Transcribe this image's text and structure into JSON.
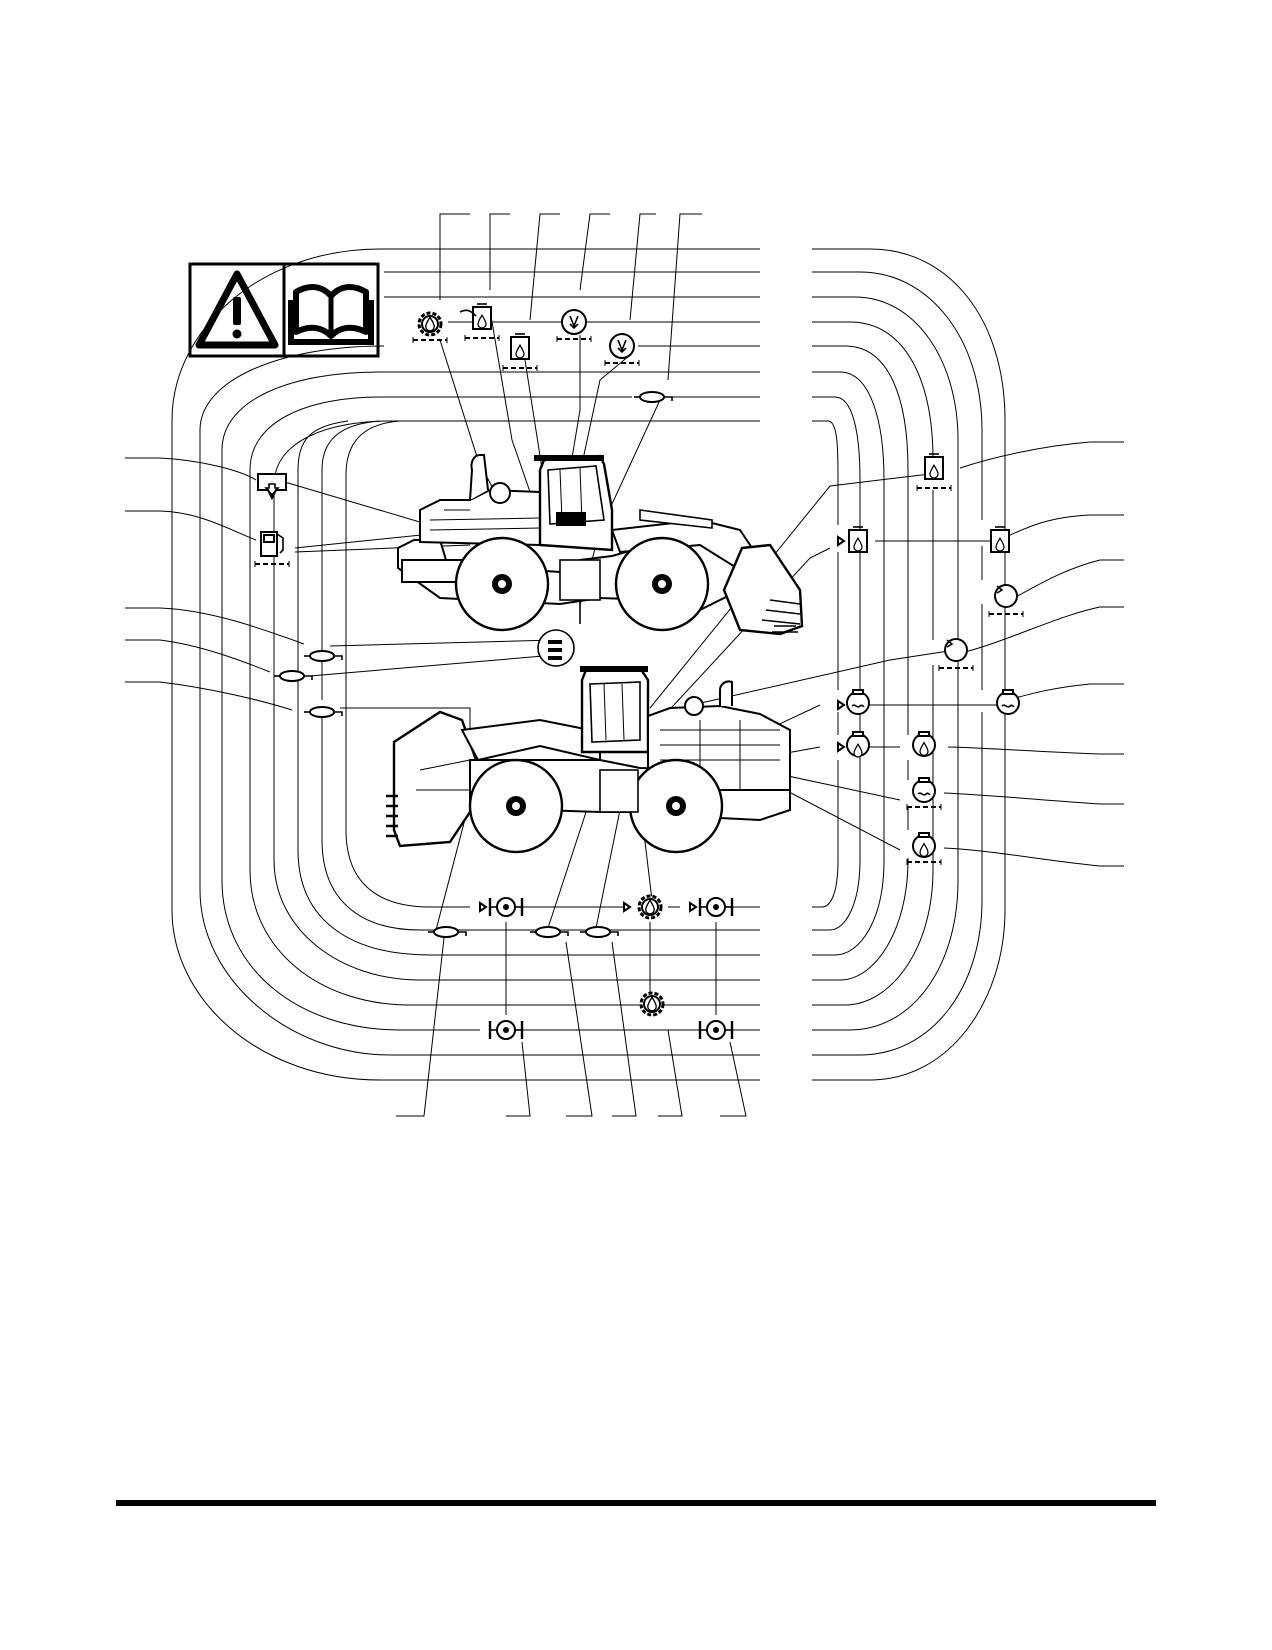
{
  "figure": {
    "kind": "wheel-loader lubrication and service-point chart",
    "header_icons": [
      "warning-triangle-icon",
      "operator-manual-book-icon"
    ],
    "machine_views": [
      "machine-side-view-right",
      "machine-side-view-left"
    ],
    "symbols": {
      "top_row": [
        "gear-oil-icon",
        "hydraulic-tank-fill-icon",
        "hydraulic-tank-level-icon",
        "air-filter-down-icon",
        "air-filter-down-icon",
        "grease-point-icon"
      ],
      "left_column": [
        "fuel-fill-icon",
        "fuel-pump-icon",
        "grease-point-icon",
        "grease-point-icon",
        "grease-point-icon"
      ],
      "right_column": [
        "hydraulic-tank-level-icon",
        "hydraulic-tank-level-icon",
        "hydraulic-tank-level-icon",
        "coolant-circulation-icon",
        "coolant-circulation-icon",
        "engine-coolant-icon",
        "engine-coolant-icon",
        "engine-oil-icon",
        "engine-oil-icon",
        "engine-coolant-icon",
        "engine-oil-icon"
      ],
      "bottom_row": [
        "axle-oil-icon",
        "axle-oil-icon",
        "gear-oil-icon",
        "grease-point-icon",
        "grease-point-icon",
        "grease-point-icon",
        "axle-oil-icon",
        "axle-oil-icon",
        "gear-oil-icon"
      ]
    },
    "colors": {
      "ink": "#000000",
      "paper": "#ffffff"
    }
  }
}
